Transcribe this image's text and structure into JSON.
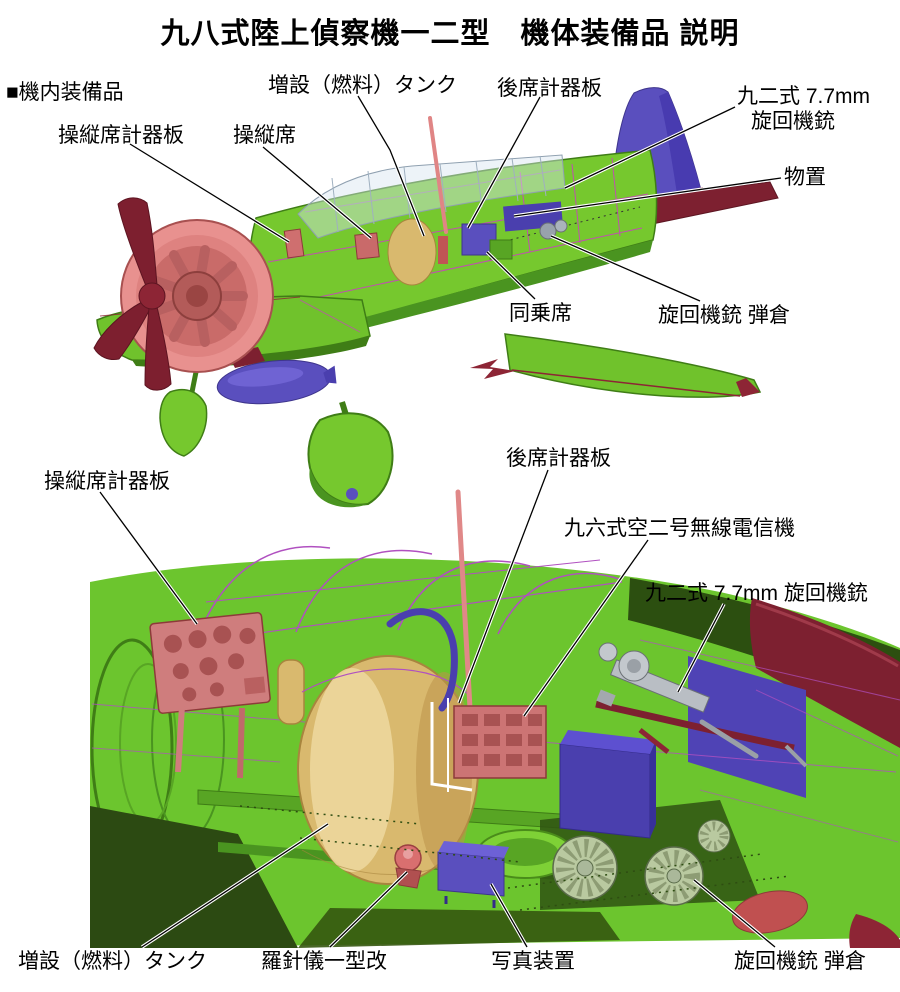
{
  "title": "九八式陸上偵察機一二型　機体装備品 説明",
  "section_label": "■機内装備品",
  "top_view": {
    "labels": {
      "fuel_tank": "増設（燃料）タンク",
      "rear_instrument_panel": "後席計器板",
      "flexible_gun_line1": "九二式 7.7mm",
      "flexible_gun_line2": "旋回機銃",
      "storage": "物置",
      "pilot_instrument_panel": "操縦席計器板",
      "pilot_seat": "操縦席",
      "passenger_seat": "同乗席",
      "gun_magazine": "旋回機銃 弾倉"
    }
  },
  "bottom_view": {
    "labels": {
      "pilot_instrument_panel": "操縦席計器板",
      "rear_instrument_panel": "後席計器板",
      "radio": "九六式空二号無線電信機",
      "flexible_gun": "九二式 7.7mm 旋回機銃",
      "fuel_tank": "増設（燃料）タンク",
      "compass": "羅針儀一型改",
      "camera": "写真装置",
      "gun_magazine": "旋回機銃 弾倉"
    }
  },
  "colors": {
    "airframe_green": "#76c82e",
    "dark_green": "#2c4a12",
    "engine_pink": "#e8918f",
    "instrument_pink": "#cf7d7d",
    "accent_blue_purple": "#5a4fbe",
    "maroon_red": "#7d2030",
    "fuel_tank_tan": "#d9b96e",
    "outline_magenta": "#c050b0",
    "leader_line": "#000000"
  }
}
